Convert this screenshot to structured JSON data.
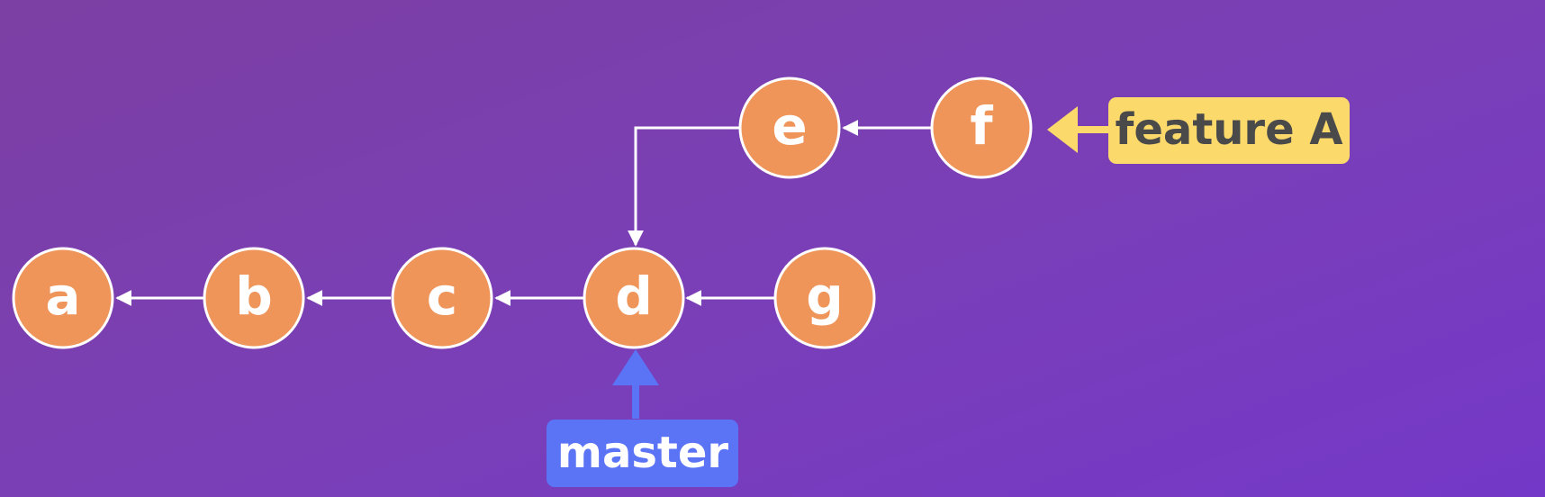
{
  "diagram": {
    "colors": {
      "commit_fill": "#ef955a",
      "commit_stroke": "#ffffff",
      "edge": "#ffffff",
      "master_bg": "#5b74f6",
      "master_text": "#ffffff",
      "feature_bg": "#fbd96a",
      "feature_text": "#4a4a4a"
    },
    "commits": [
      {
        "id": "a",
        "label": "a"
      },
      {
        "id": "b",
        "label": "b"
      },
      {
        "id": "c",
        "label": "c"
      },
      {
        "id": "d",
        "label": "d"
      },
      {
        "id": "e",
        "label": "e"
      },
      {
        "id": "f",
        "label": "f"
      },
      {
        "id": "g",
        "label": "g"
      }
    ],
    "edges": [
      {
        "from": "b",
        "to": "a"
      },
      {
        "from": "c",
        "to": "b"
      },
      {
        "from": "d",
        "to": "c"
      },
      {
        "from": "g",
        "to": "d"
      },
      {
        "from": "f",
        "to": "e"
      },
      {
        "from": "e",
        "to": "d"
      }
    ],
    "branches": {
      "master": {
        "label": "master",
        "points_to": "d"
      },
      "feature": {
        "label": "feature A",
        "points_to": "f"
      }
    }
  }
}
